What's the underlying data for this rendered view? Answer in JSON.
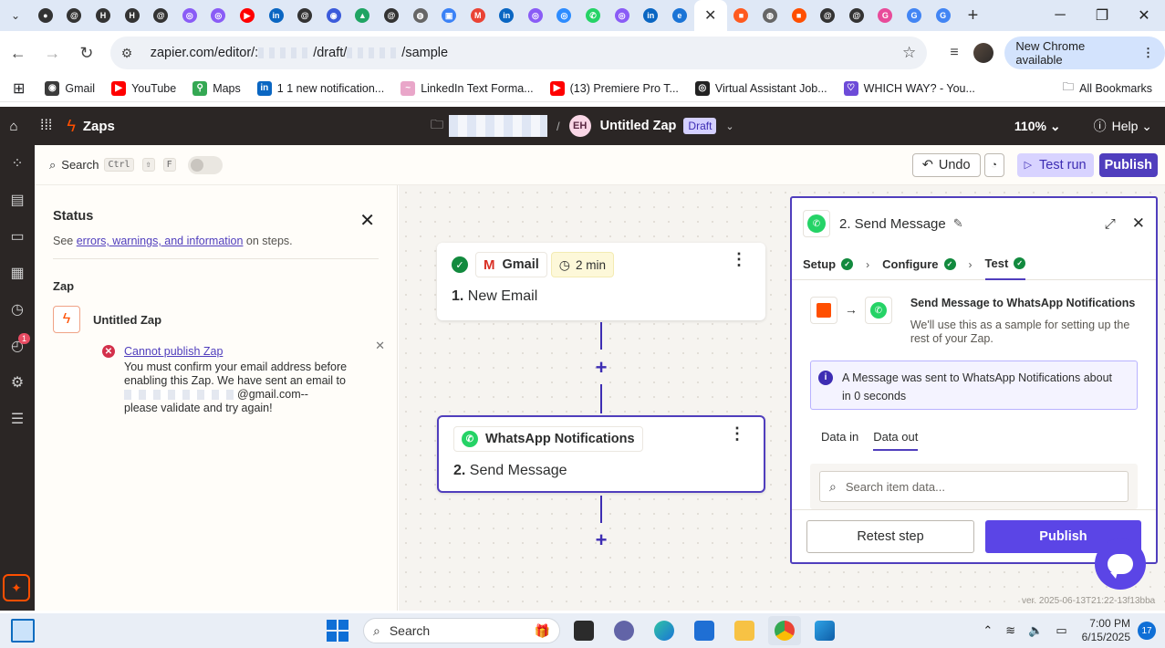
{
  "browser": {
    "tab_icons": [
      "github-icon",
      "threads-icon",
      "hey-icon",
      "hey-icon",
      "threads-icon",
      "chatgpt-icon",
      "chatgpt-icon",
      "youtube-icon",
      "linkedin-icon",
      "threads-icon",
      "web-icon",
      "drive-icon",
      "threads-icon",
      "globe-icon",
      "app-icon",
      "gmail-icon",
      "linkedin-icon",
      "chatgpt-icon",
      "zoom-icon",
      "whatsapp-icon",
      "chatgpt-icon",
      "linkedin-icon",
      "edge-icon"
    ],
    "active_tab_close": "✕",
    "tab_icons_after": [
      "brand-icon",
      "globe-icon",
      "zapier-icon",
      "threads-icon",
      "threads-icon",
      "grammarly-icon",
      "google-icon",
      "google-icon"
    ],
    "new_tab": "+",
    "url_prefix": "zapier.com/editor/:",
    "url_mid": "/draft/",
    "url_suffix": "/sample",
    "new_chrome_label": "New Chrome available",
    "bookmarks": [
      {
        "label": "Gmail",
        "color": "#3b3b3b",
        "glyph": "◉"
      },
      {
        "label": "YouTube",
        "color": "#ff0000",
        "glyph": "▶"
      },
      {
        "label": "Maps",
        "color": "#34a853",
        "glyph": "⚲"
      },
      {
        "label": "1 1 new notification...",
        "color": "#0a66c2",
        "glyph": "in"
      },
      {
        "label": "LinkedIn Text Forma...",
        "color": "#e9a6c9",
        "glyph": "~"
      },
      {
        "label": "(13) Premiere Pro T...",
        "color": "#ff0000",
        "glyph": "▶"
      },
      {
        "label": "Virtual Assistant Job...",
        "color": "#222",
        "glyph": "◎"
      },
      {
        "label": "WHICH WAY? - You...",
        "color": "#6d4bd8",
        "glyph": "♡"
      }
    ],
    "all_bookmarks": "All Bookmarks"
  },
  "header": {
    "app": "Zaps",
    "avatar_initials": "EH",
    "zap_name": "Untitled Zap",
    "draft": "Draft",
    "zoom": "110%",
    "help": "Help"
  },
  "toolbar": {
    "search": "Search",
    "kbd_ctrl": "Ctrl",
    "kbd_shift": "⇧",
    "kbd_f": "F",
    "undo": "Undo",
    "test_run": "Test run",
    "publish": "Publish"
  },
  "rail": {
    "badge": "1"
  },
  "status": {
    "title": "Status",
    "sub_before": "See ",
    "sub_link": "errors, warnings, and information",
    "sub_after": " on steps.",
    "zap_label": "Zap",
    "zap_name": "Untitled Zap",
    "error_title": "Cannot publish Zap",
    "error_body_1": "You must confirm your email address before enabling this Zap. We have sent an email to",
    "error_body_2": "@gmail.com--",
    "error_body_3": "please validate and try again!"
  },
  "steps": [
    {
      "app": "Gmail",
      "time": "2 min",
      "number": "1.",
      "title": "New Email"
    },
    {
      "app": "WhatsApp Notifications",
      "number": "2.",
      "title": "Send Message"
    }
  ],
  "panel": {
    "title": "2. Send Message",
    "tabs": [
      "Setup",
      "Configure",
      "Test"
    ],
    "flow_title": "Send Message to WhatsApp Notifications",
    "flow_desc": "We'll use this as a sample for setting up the rest of your Zap.",
    "info": "A Message was sent to WhatsApp Notifications about in 0 seconds",
    "data_tabs": [
      "Data in",
      "Data out"
    ],
    "search_placeholder": "Search item data...",
    "retest": "Retest step",
    "publish": "Publish"
  },
  "version": "ver. 2025-06-13T21:22-13f13bba",
  "taskbar": {
    "search": "Search",
    "time": "7:00 PM",
    "date": "6/15/2025",
    "notifications": "17"
  }
}
